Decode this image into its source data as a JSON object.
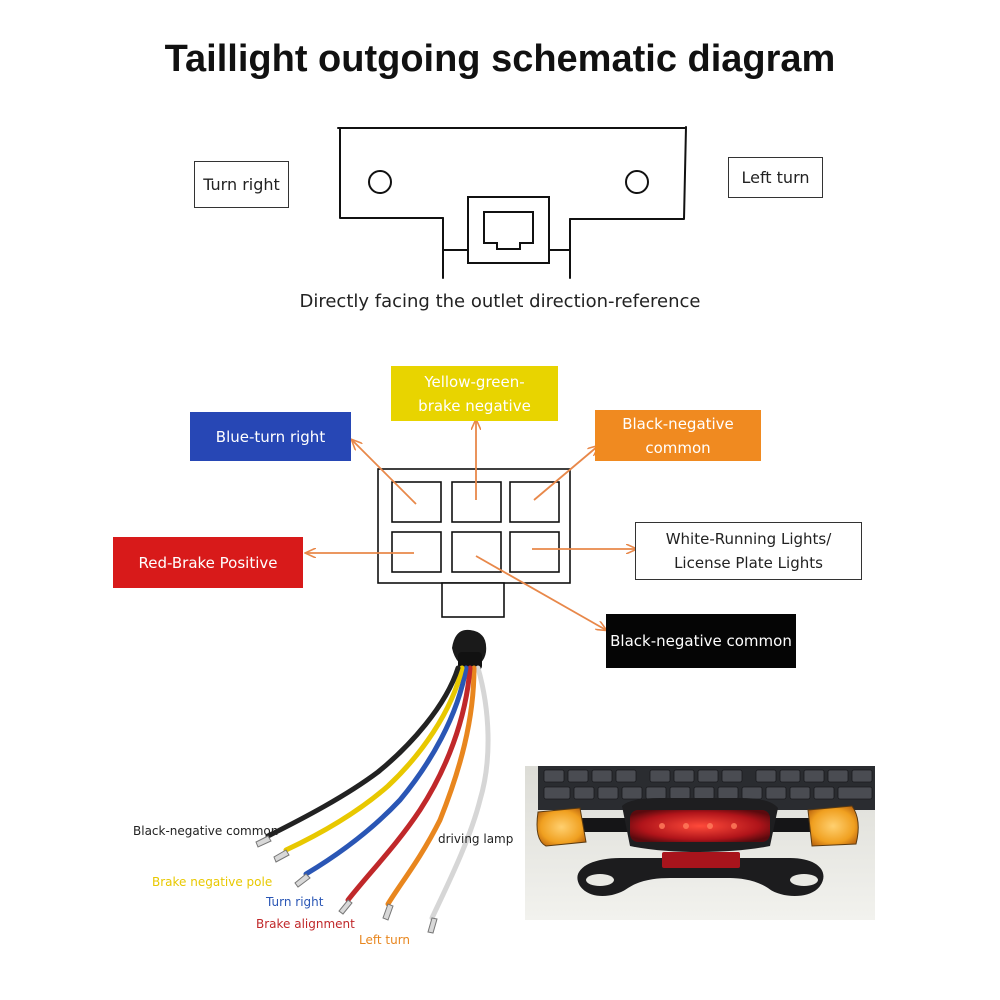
{
  "title": "Taillight outgoing schematic diagram",
  "reference": {
    "left_label": "Turn right",
    "right_label": "Left turn",
    "caption": "Directly facing the outlet direction-reference"
  },
  "pins": {
    "blue": {
      "label": "Blue-turn right",
      "color": "#2747b5"
    },
    "yellow": {
      "label_line1": "Yellow-green-",
      "label_line2": "brake negative",
      "color": "#e8d400"
    },
    "black_top": {
      "label_line1": "Black-negative",
      "label_line2": "common",
      "color": "#f08a20"
    },
    "red": {
      "label": "Red-Brake Positive",
      "color": "#d81a1a"
    },
    "white": {
      "label_line1": "White-Running Lights/",
      "label_line2": "License Plate Lights",
      "color": "#ffffff"
    },
    "black_bottom": {
      "label": "Black-negative common",
      "color": "#050505"
    },
    "arrow_color": "#e8884a"
  },
  "wires": {
    "black": {
      "label": "Black-negative common",
      "color": "#222222"
    },
    "yellow": {
      "label": "Brake negative pole",
      "color": "#e8c800"
    },
    "blue": {
      "label": "Turn right",
      "color": "#2a56b5"
    },
    "red": {
      "label": "Brake alignment",
      "color": "#c0282a"
    },
    "orange": {
      "label": "Left turn",
      "color": "#e8861e"
    },
    "white": {
      "label": "driving lamp",
      "color": "#d6d6d6"
    }
  }
}
